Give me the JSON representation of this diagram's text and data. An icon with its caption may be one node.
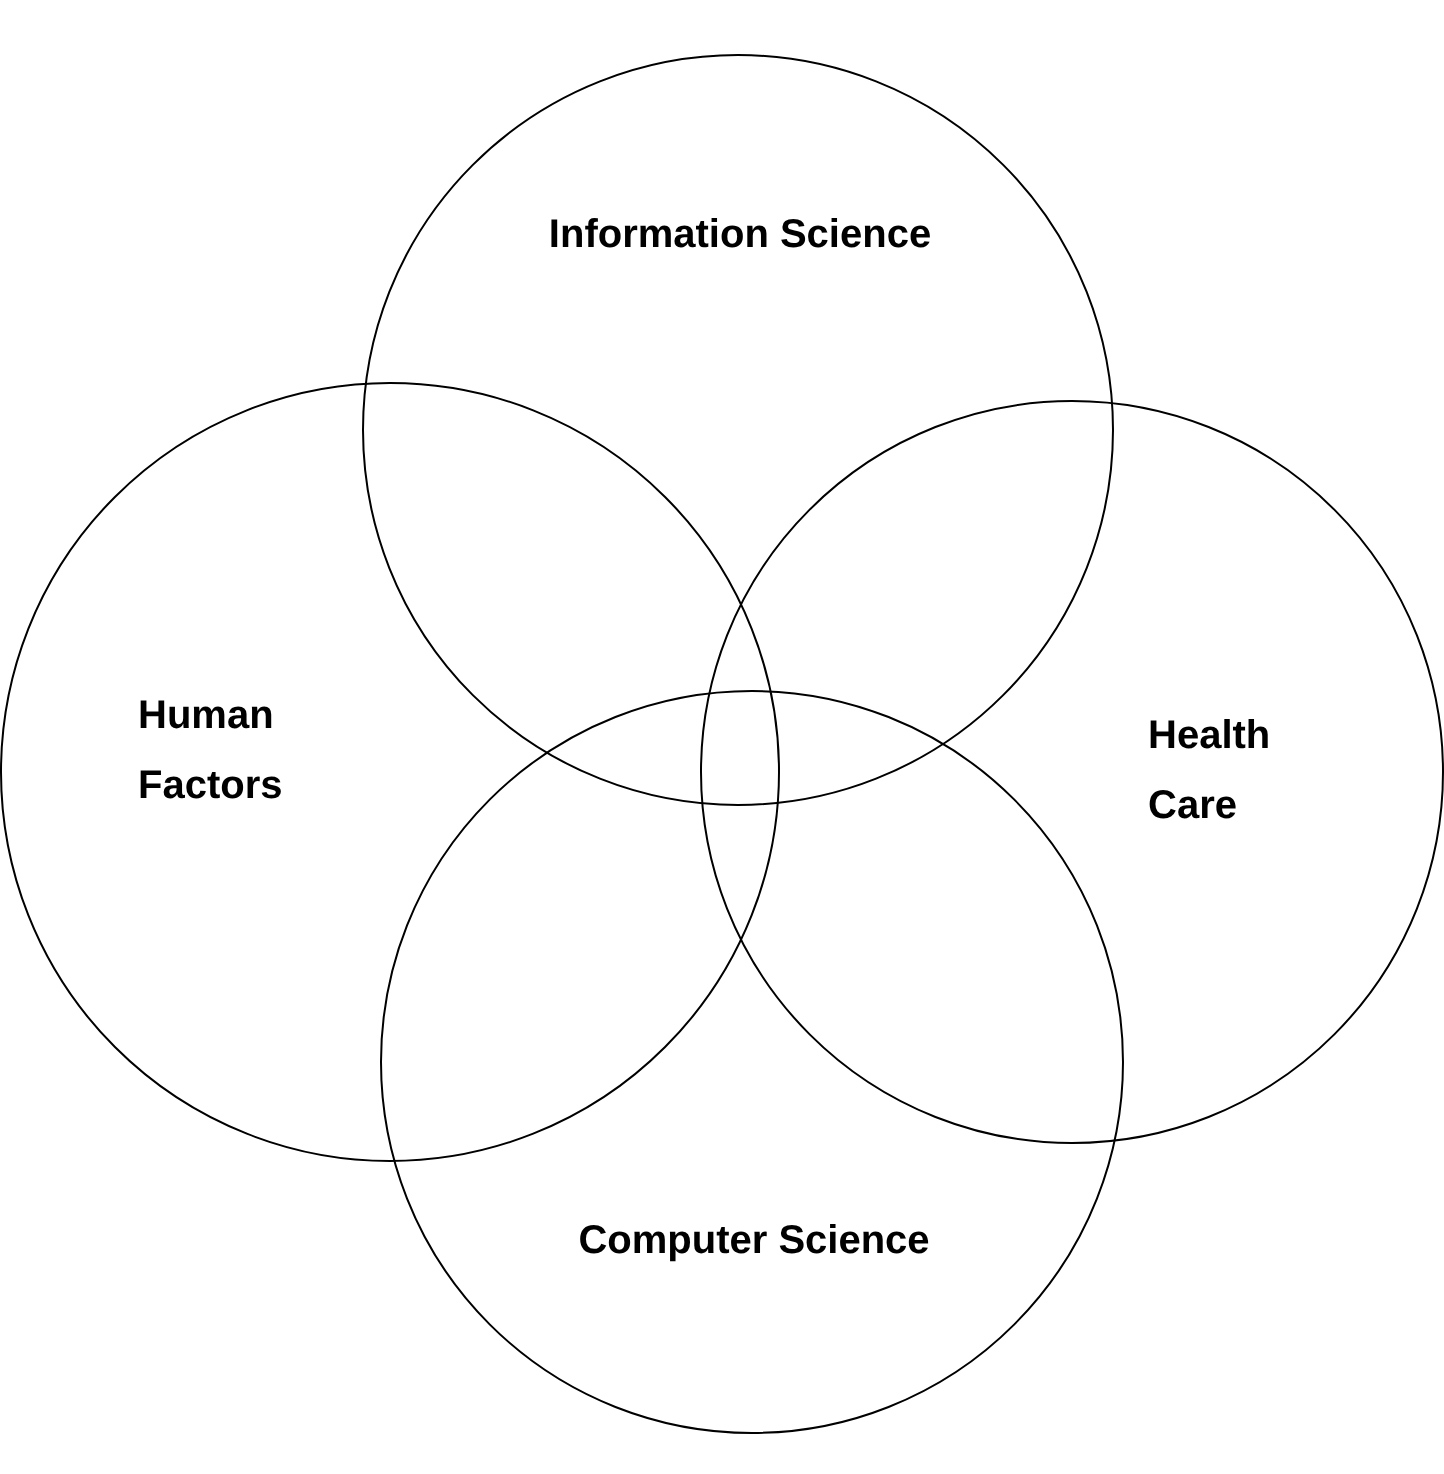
{
  "diagram": {
    "nodes": [
      {
        "text": [
          "Information Science"
        ]
      },
      {
        "text": [
          "Human Factors"
        ]
      },
      {
        "text": [
          "Health Care"
        ]
      },
      {
        "text": [
          "Computer Science"
        ]
      }
    ]
  }
}
